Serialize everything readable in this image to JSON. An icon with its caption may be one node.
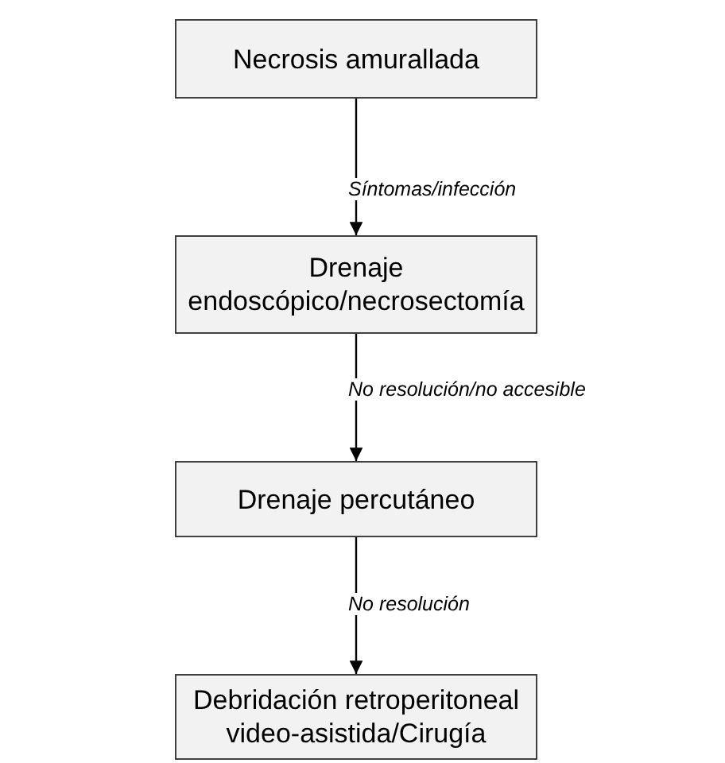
{
  "diagram": {
    "nodes": [
      {
        "text": [
          "Necrosis amurallada"
        ]
      },
      {
        "text": [
          "Drenaje endoscópico/necrosectomía"
        ]
      },
      {
        "text": [
          "Drenaje percutáneo"
        ]
      },
      {
        "text": [
          "Debridación retroperitoneal video-asistida/Cirugía"
        ]
      }
    ],
    "edges": [
      {
        "from": 0,
        "to": 1,
        "arrow": "to",
        "label": "Síntomas/infección"
      },
      {
        "from": 1,
        "to": 2,
        "arrow": "to",
        "label": "No resolución/no accesible"
      },
      {
        "from": 2,
        "to": 3,
        "arrow": "to",
        "label": "No resolución"
      }
    ]
  }
}
